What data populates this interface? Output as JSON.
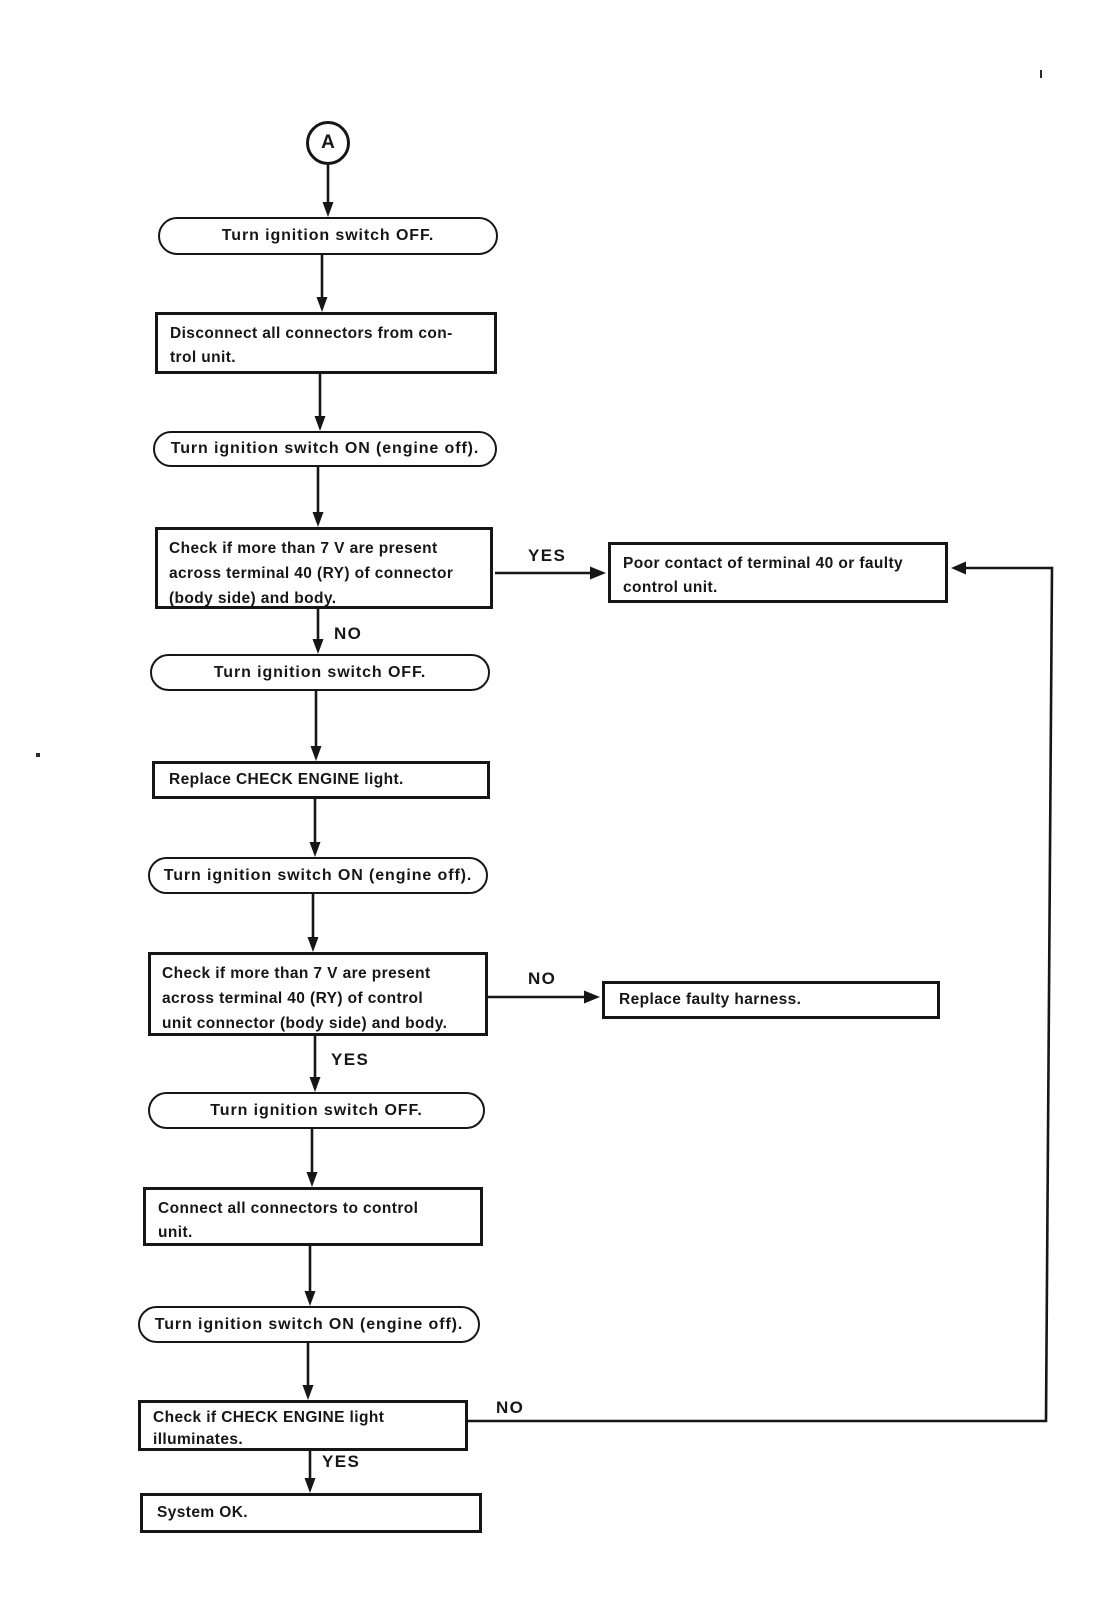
{
  "canvas": {
    "background": "#ffffff",
    "ink": "#161616"
  },
  "connector_a": {
    "label": "A"
  },
  "nodes": {
    "turn_off_1": {
      "text": "Turn ignition switch OFF."
    },
    "disconnect": {
      "line1": "Disconnect all connectors from con-",
      "line2": "trol unit."
    },
    "turn_on_1": {
      "text": "Turn ignition switch ON (engine off)."
    },
    "check_7v_connector": {
      "line1": "Check if more than 7 V are present",
      "line2": "across terminal 40 (RY) of connector",
      "line3": "(body side) and body."
    },
    "poor_contact": {
      "line1": "Poor contact of terminal 40 or faulty",
      "line2": "control unit."
    },
    "turn_off_2": {
      "text": "Turn ignition switch OFF."
    },
    "replace_light": {
      "text": "Replace CHECK ENGINE light."
    },
    "turn_on_2": {
      "text": "Turn ignition switch ON (engine off)."
    },
    "check_7v_control": {
      "line1": "Check if more than 7 V are present",
      "line2": "across terminal 40 (RY) of control",
      "line3": "unit connector (body side) and body."
    },
    "replace_harness": {
      "text": "Replace faulty harness."
    },
    "turn_off_3": {
      "text": "Turn ignition switch OFF."
    },
    "connect": {
      "line1": "Connect all connectors to control",
      "line2": "unit."
    },
    "turn_on_3": {
      "text": "Turn ignition switch ON (engine off)."
    },
    "check_light": {
      "line1": "Check if CHECK ENGINE light",
      "line2": "illuminates."
    },
    "system_ok": {
      "text": "System OK."
    }
  },
  "branch_labels": {
    "yes_check1": "YES",
    "no_check1": "NO",
    "no_check2": "NO",
    "yes_check2": "YES",
    "no_check3": "NO",
    "yes_check3": "YES"
  }
}
